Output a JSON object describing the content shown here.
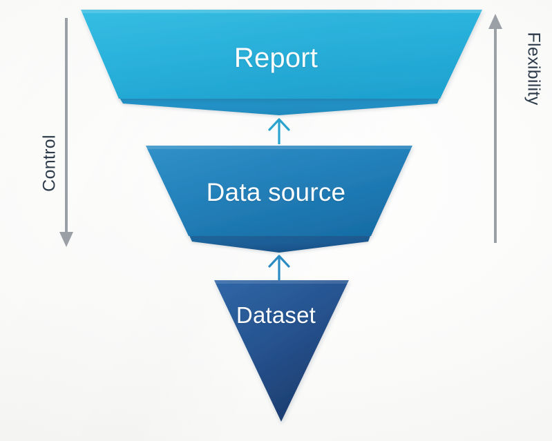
{
  "diagram": {
    "title": "Report / Data source / Dataset funnel",
    "type": "funnel",
    "background_color": "#f7f7f5",
    "stages": [
      {
        "id": "report",
        "label": "Report",
        "level": 1,
        "shape": "trapezoid",
        "fill_top": "#2fb8e0",
        "fill_bottom": "#24a6d4",
        "fold_color": "#2291c6",
        "text_color": "#ffffff"
      },
      {
        "id": "data-source",
        "label": "Data source",
        "level": 2,
        "shape": "trapezoid",
        "fill_top": "#2b8cc4",
        "fill_bottom": "#1b6da6",
        "fold_color": "#1b5f96",
        "text_color": "#ffffff"
      },
      {
        "id": "dataset",
        "label": "Dataset",
        "level": 3,
        "shape": "inverted-triangle",
        "fill_top": "#2c60a0",
        "fill_bottom": "#1d3d70",
        "text_color": "#ffffff"
      }
    ],
    "connectors": [
      {
        "id": "arrow-dataset-to-datasource",
        "from": "dataset",
        "to": "data-source",
        "direction": "up",
        "color": "#2b8cc4"
      },
      {
        "id": "arrow-datasource-to-report",
        "from": "data-source",
        "to": "report",
        "direction": "up",
        "color": "#2aa6d0"
      }
    ],
    "axes": [
      {
        "id": "control",
        "label": "Control",
        "position": "left",
        "direction": "down",
        "color": "#9aa0a6",
        "text_color": "#2d3b4a"
      },
      {
        "id": "flexibility",
        "label": "Flexibility",
        "position": "right",
        "direction": "up",
        "color": "#9aa0a6",
        "text_color": "#2d3b4a"
      }
    ]
  }
}
